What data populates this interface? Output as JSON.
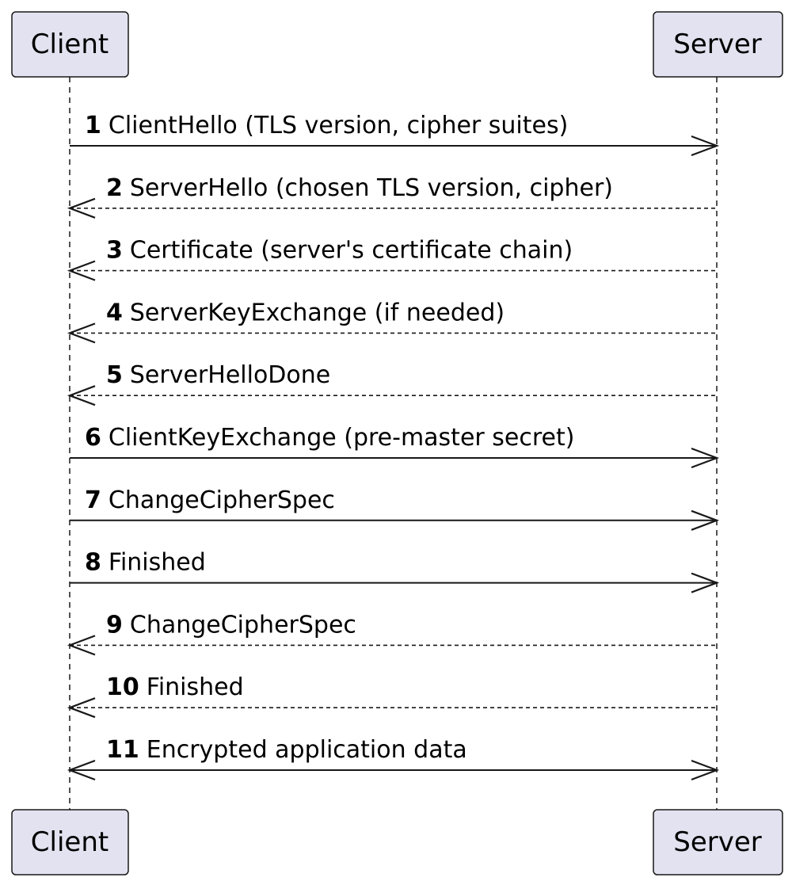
{
  "participants": {
    "client": {
      "label": "Client"
    },
    "server": {
      "label": "Server"
    }
  },
  "colors": {
    "participant_fill": "#e2e2f0",
    "participant_border": "#181818",
    "lifeline": "#181818",
    "arrow": "#181818"
  },
  "messages": [
    {
      "num": "1",
      "text": "ClientHello (TLS version, cipher suites)",
      "from": "client",
      "to": "server",
      "style": "solid"
    },
    {
      "num": "2",
      "text": "ServerHello (chosen TLS version, cipher)",
      "from": "server",
      "to": "client",
      "style": "dashed"
    },
    {
      "num": "3",
      "text": "Certificate (server's certificate chain)",
      "from": "server",
      "to": "client",
      "style": "dashed"
    },
    {
      "num": "4",
      "text": "ServerKeyExchange (if needed)",
      "from": "server",
      "to": "client",
      "style": "dashed"
    },
    {
      "num": "5",
      "text": "ServerHelloDone",
      "from": "server",
      "to": "client",
      "style": "dashed"
    },
    {
      "num": "6",
      "text": "ClientKeyExchange (pre-master secret)",
      "from": "client",
      "to": "server",
      "style": "solid"
    },
    {
      "num": "7",
      "text": "ChangeCipherSpec",
      "from": "client",
      "to": "server",
      "style": "solid"
    },
    {
      "num": "8",
      "text": "Finished",
      "from": "client",
      "to": "server",
      "style": "solid"
    },
    {
      "num": "9",
      "text": "ChangeCipherSpec",
      "from": "server",
      "to": "client",
      "style": "dashed"
    },
    {
      "num": "10",
      "text": "Finished",
      "from": "server",
      "to": "client",
      "style": "dashed"
    },
    {
      "num": "11",
      "text": "Encrypted application data",
      "from": "client",
      "to": "server",
      "style": "bidirectional"
    }
  ]
}
